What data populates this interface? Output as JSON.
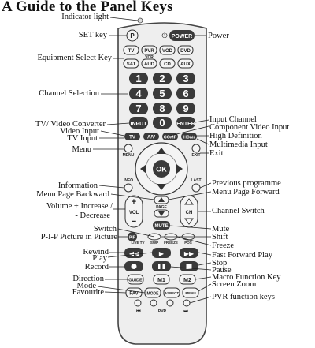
{
  "title": "A Guide to the Panel Keys",
  "labels_left": {
    "indicator": "Indicator light",
    "set": "SET key",
    "equipment": "Equipment Select Key",
    "channel_sel": "Channel Selection",
    "tv_video": "TV/ Video Converter",
    "video_input": "Video Input",
    "tv_input": "TV Input",
    "menu": "Menu",
    "information": "Information",
    "menu_back": "Menu Page Backward",
    "volume1": "Volume + Increase /",
    "volume2": "- Decrease",
    "switch": "Switch",
    "pip": "P-I-P Picture in Picture",
    "rewind": "Rewind",
    "play": "Play",
    "record": "Record",
    "direction": "Direction",
    "mode": "Mode",
    "favourite": "Favourite"
  },
  "labels_right": {
    "power": "Power",
    "input_channel": "Input Channel",
    "component": "Component Video Input",
    "hd": "High Definition",
    "multimedia": "Multimedia Input",
    "exit": "Exit",
    "prev_prog": "Previous programme",
    "menu_fwd": "Menu Page Forward",
    "ch_switch": "Channel Switch",
    "mute": "Mute",
    "shift": "Shift",
    "freeze": "Freeze",
    "ffwd": "Fast Forward Play",
    "stop": "Stop",
    "pause": "Pause",
    "macro": "Macro Function Key",
    "zoom": "Screen Zoom",
    "pvr": "PVR function keys"
  },
  "remote_keys": {
    "p": "P",
    "power": "POWER",
    "tv": "TV",
    "pvr": "PVR",
    "vod": "VOD",
    "dvd": "DVD",
    "vcr": "VCR",
    "sat": "SAT",
    "aud": "AUD",
    "cd": "CD",
    "aux": "AUX",
    "digits": [
      "1",
      "2",
      "3",
      "4",
      "5",
      "6",
      "7",
      "8",
      "9",
      "0"
    ],
    "input": "INPUT",
    "enter": "ENTER",
    "tvbtn": "TV",
    "av": "A/V",
    "comp": "COMP",
    "hdmi": "HDMI",
    "menu": "MENU",
    "exit": "EXIT",
    "ok": "OK",
    "info": "INFO",
    "last": "LAST",
    "page": "PAGE",
    "vol": "VOL",
    "ch": "CH",
    "mute": "MUTE",
    "live_tv": "LIVE TV",
    "swp": "SWP",
    "freeze": "FREEZE",
    "pos": "POS",
    "pip": "PIP",
    "guide": "GUIDE",
    "m1": "M1",
    "m2": "M2",
    "fav": "FAV",
    "mode": "MODE",
    "aspect": "ASPECT",
    "menu2": "MENU",
    "pvr_row": "PVR"
  },
  "colors": {
    "remote_body": "#eeeeee",
    "key_dark": "#3a3a3a",
    "key_light": "#f4f4f4",
    "outline": "#444444"
  }
}
